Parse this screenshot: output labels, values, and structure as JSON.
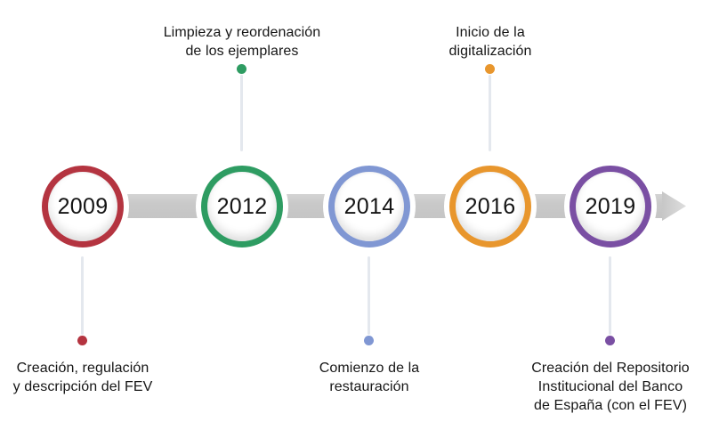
{
  "timeline": {
    "bar_color": "#cacaca",
    "connector_color": "#e4e8ee",
    "text_color": "#161616",
    "events": [
      {
        "year": "2009",
        "color": "#b43440",
        "label_position": "below",
        "label_lines": [
          "Creación, regulación",
          "y descripción del FEV"
        ]
      },
      {
        "year": "2012",
        "color": "#2e9c62",
        "label_position": "above",
        "label_lines": [
          "Limpieza y reordenación",
          "de los ejemplares"
        ]
      },
      {
        "year": "2014",
        "color": "#8097d3",
        "label_position": "below",
        "label_lines": [
          "Comienzo de la",
          "restauración"
        ]
      },
      {
        "year": "2016",
        "color": "#e8962d",
        "label_position": "above",
        "label_lines": [
          "Inicio de la",
          "digitalización"
        ]
      },
      {
        "year": "2019",
        "color": "#7a4fa3",
        "label_position": "below",
        "label_lines": [
          "Creación del Repositorio",
          "Institucional del Banco",
          "de España (con el FEV)"
        ]
      }
    ]
  }
}
